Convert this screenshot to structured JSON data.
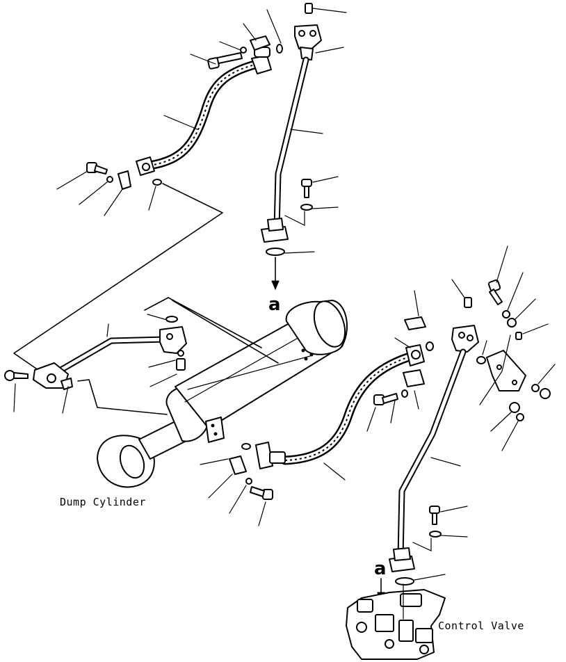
{
  "labels": {
    "dump_cylinder": "Dump Cylinder",
    "control_valve": "Control Valve",
    "ref_a": "a"
  },
  "colors": {
    "ink": "#000000",
    "paper": "#ffffff"
  }
}
